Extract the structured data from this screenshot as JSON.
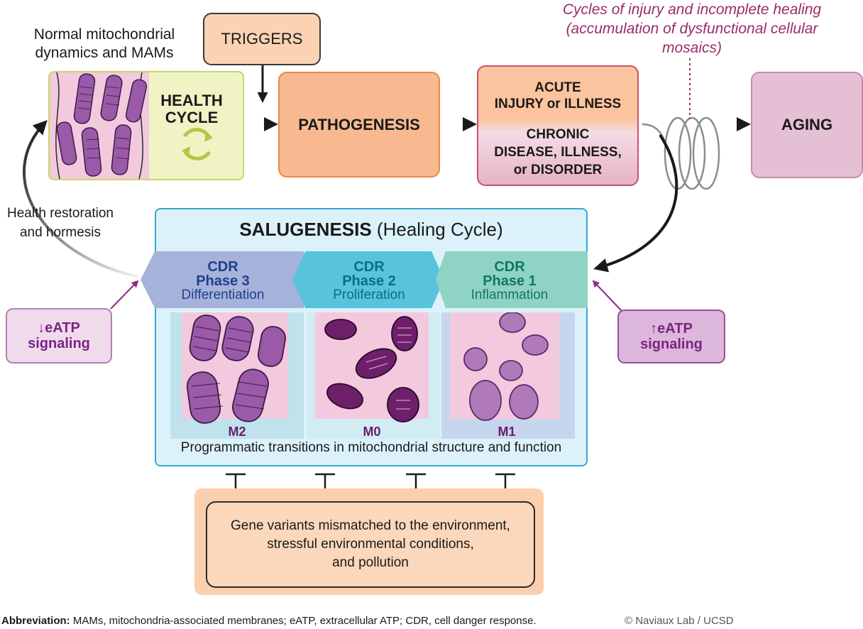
{
  "health": {
    "normal_label": "Normal mitochondrial dynamics and MAMs",
    "label_line1": "HEALTH",
    "label_line2": "CYCLE"
  },
  "triggers": "TRIGGERS",
  "pathogenesis": "PATHOGENESIS",
  "acute": {
    "line1": "ACUTE",
    "line2": "INJURY or ILLNESS"
  },
  "chronic": {
    "line1": "CHRONIC",
    "line2": "DISEASE, ILLNESS,",
    "line3": "or DISORDER"
  },
  "aging": "AGING",
  "cycles_note": "Cycles of injury and incomplete healing (accumulation of dysfunctional cellular mosaics)",
  "restoration": "Health restoration and hormesis",
  "salugenesis": {
    "title_bold": "SALUGENESIS",
    "title_rest": " (Healing Cycle)"
  },
  "phases": [
    {
      "cdr": "CDR",
      "phase": "Phase 3",
      "name": "Differentiation",
      "color": "#1f3f8f",
      "fill": "#a6b2d9"
    },
    {
      "cdr": "CDR",
      "phase": "Phase 2",
      "name": "Proliferation",
      "color": "#0c6d86",
      "fill": "#57c3dc"
    },
    {
      "cdr": "CDR",
      "phase": "Phase 1",
      "name": "Inflammation",
      "color": "#14765e",
      "fill": "#8fd3c4"
    }
  ],
  "mito_labels": [
    "M2",
    "M0",
    "M1"
  ],
  "programmatic": "Programmatic transitions in mitochondrial structure and function",
  "eatp_down": {
    "arrow": "↓",
    "line1": "eATP",
    "line2": "signaling"
  },
  "eatp_up": {
    "arrow": "↑",
    "line1": "eATP",
    "line2": "signaling"
  },
  "gene": {
    "line1": "Gene variants mismatched to the environment,",
    "line2": "stressful environmental conditions,",
    "line3": "and pollution"
  },
  "abbreviation": {
    "label": "Abbreviation:",
    "text": " MAMs, mitochondria-associated membranes; eATP, extracellular ATP; CDR, cell danger response."
  },
  "copyright": "© Naviaux Lab / UCSD"
}
